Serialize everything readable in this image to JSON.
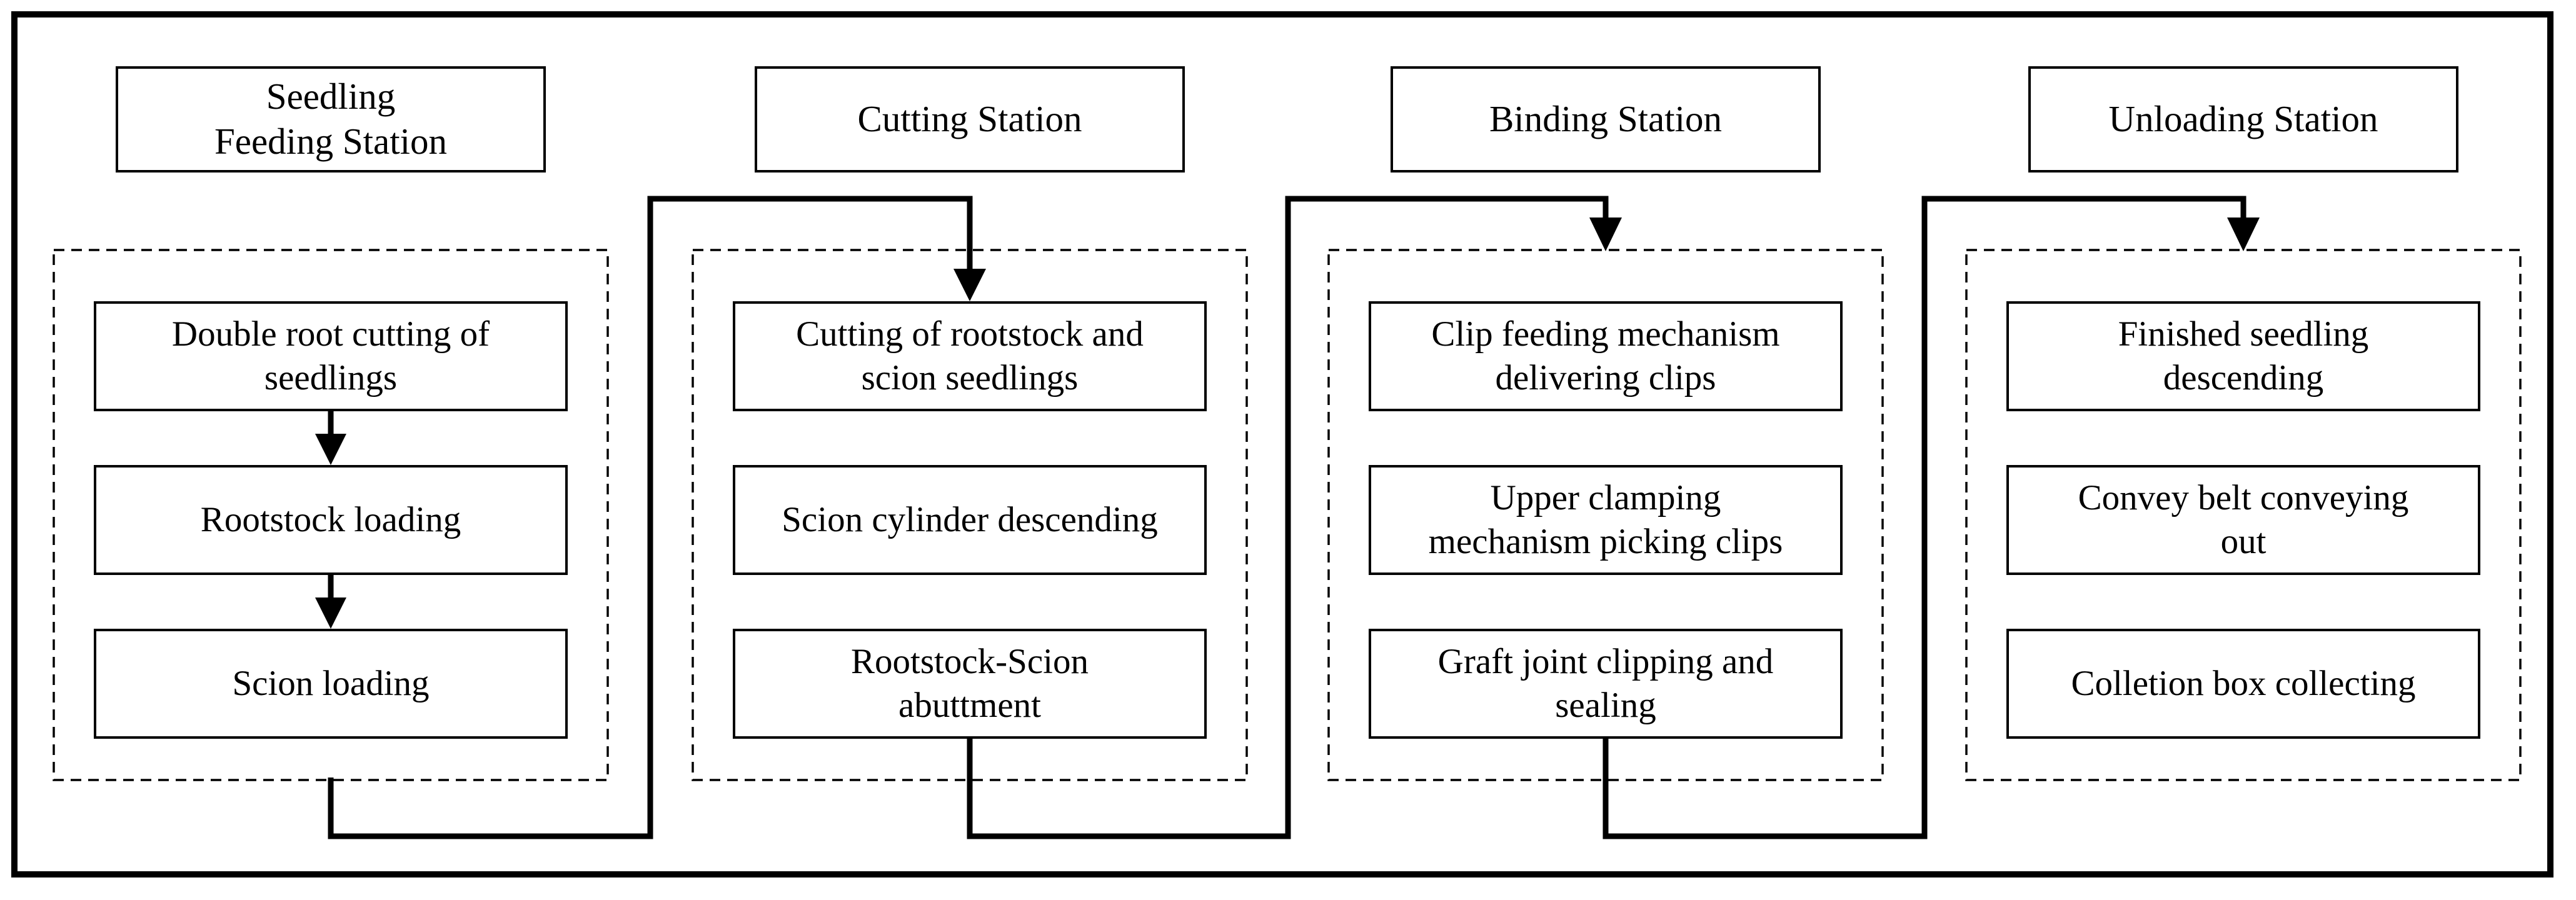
{
  "figure": {
    "background_color": "#ffffff",
    "line_color": "#000000"
  },
  "stations": [
    {
      "title": "Seedling\nFeeding Station",
      "steps": [
        "Double root cutting of\nseedlings",
        "Rootstock loading",
        "Scion loading"
      ]
    },
    {
      "title": "Cutting Station",
      "steps": [
        "Cutting of rootstock and\nscion seedlings",
        "Scion cylinder descending",
        "Rootstock-Scion\nabuttment"
      ]
    },
    {
      "title": "Binding Station",
      "steps": [
        "Clip feeding mechanism\ndelivering clips",
        "Upper clamping\nmechanism picking clips",
        "Graft joint clipping and\nsealing"
      ]
    },
    {
      "title": "Unloading Station",
      "steps": [
        "Finished seedling\ndescending",
        "Convey belt conveying\nout",
        "Colletion box collecting"
      ]
    }
  ]
}
